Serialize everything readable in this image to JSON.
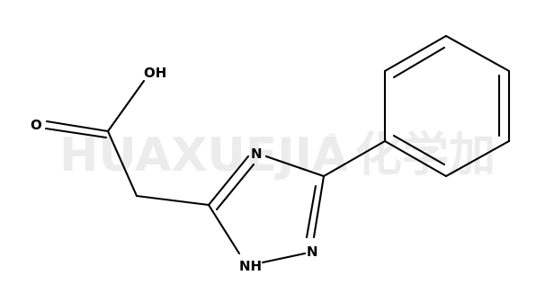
{
  "watermark": {
    "text": "HUAXUEJIA",
    "registered_mark": "®",
    "chinese": "化学加",
    "color": "#ececec"
  },
  "molecule": {
    "atoms": {
      "oh": "OH",
      "o": "O",
      "n_top": "N",
      "n_right": "N",
      "nh": "NH"
    }
  }
}
